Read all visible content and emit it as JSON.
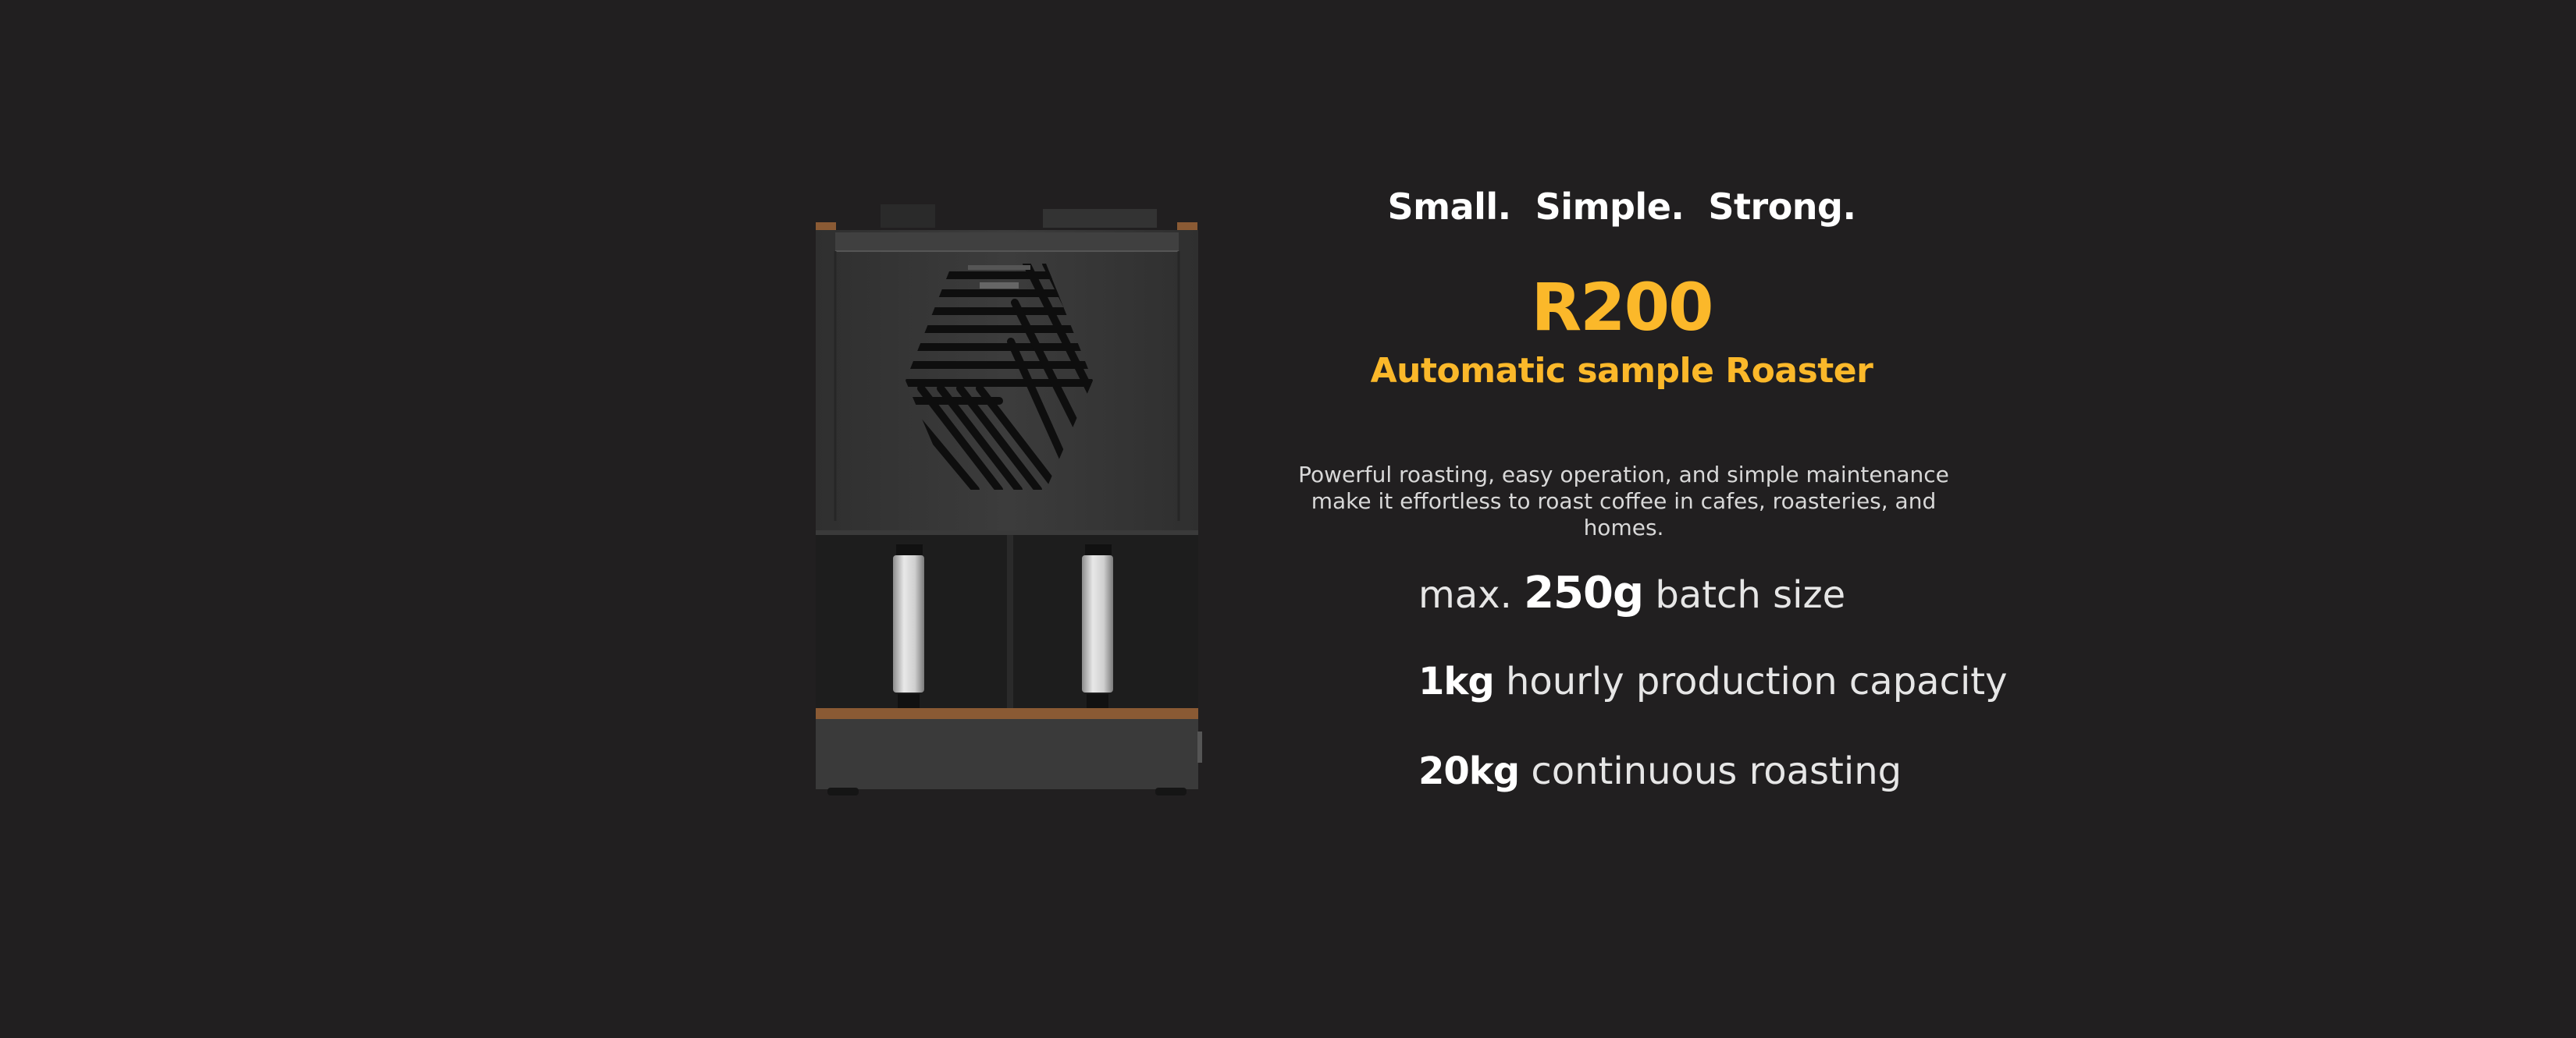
{
  "hero": {
    "tagline": "Small.  Simple.  Strong.",
    "model": "R200",
    "subtitle": "Automatic sample Roaster",
    "description": "Powerful roasting, easy operation, and simple maintenance make it effortless to roast coffee in cafes, roasteries, and homes.",
    "specs": [
      {
        "prefix": "max. ",
        "value": "250g",
        "suffix": " batch size"
      },
      {
        "prefix": "",
        "value": "1kg",
        "suffix": " hourly production capacity"
      },
      {
        "prefix": "",
        "value": "20kg",
        "suffix": " continuous roasting"
      }
    ]
  },
  "product_image": {
    "alt": "R200",
    "icon": "roaster-machine-image"
  },
  "colors": {
    "background": "#211f20",
    "accent": "#fbb82a",
    "machine_body": "#3a3a3a",
    "wood": "#8a5a34"
  }
}
